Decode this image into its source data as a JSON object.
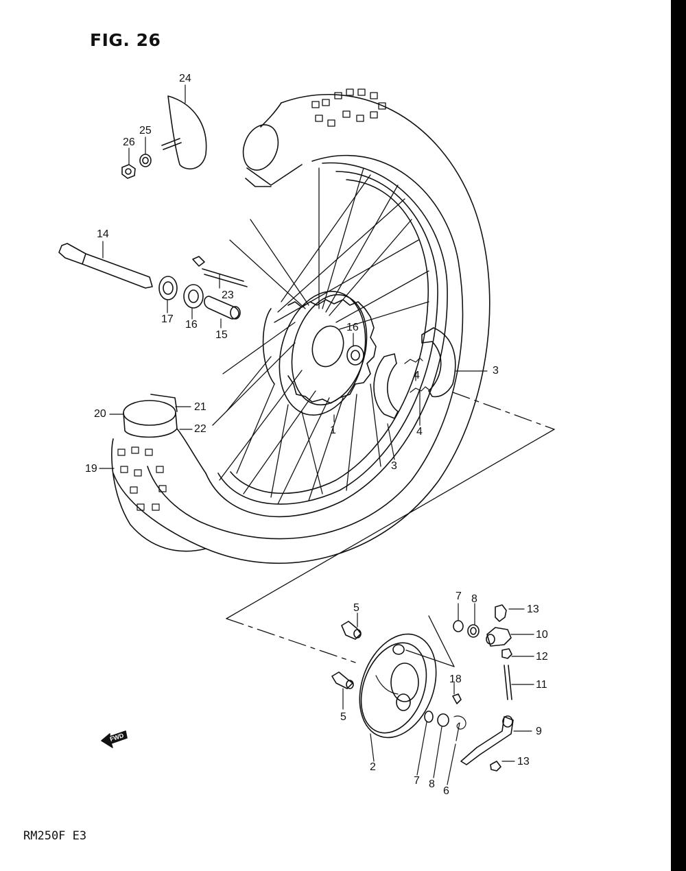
{
  "figure": {
    "title": "FIG. 26"
  },
  "footer": {
    "model": "RM250F  E3"
  },
  "fwd_badge": {
    "text": "FWD",
    "icon": "fwd-arrow-icon"
  },
  "callouts": [
    {
      "id": "c24",
      "text": "24"
    },
    {
      "id": "c25",
      "text": "25"
    },
    {
      "id": "c26",
      "text": "26"
    },
    {
      "id": "c14",
      "text": "14"
    },
    {
      "id": "c17",
      "text": "17"
    },
    {
      "id": "c16a",
      "text": "16"
    },
    {
      "id": "c15",
      "text": "15"
    },
    {
      "id": "c23",
      "text": "23"
    },
    {
      "id": "c16b",
      "text": "16"
    },
    {
      "id": "c3a",
      "text": "3"
    },
    {
      "id": "c4a",
      "text": "4"
    },
    {
      "id": "c4b",
      "text": "4"
    },
    {
      "id": "c3b",
      "text": "3"
    },
    {
      "id": "c1",
      "text": "1"
    },
    {
      "id": "c20",
      "text": "20"
    },
    {
      "id": "c21",
      "text": "21"
    },
    {
      "id": "c22",
      "text": "22"
    },
    {
      "id": "c19",
      "text": "19"
    },
    {
      "id": "c7a",
      "text": "7"
    },
    {
      "id": "c8a",
      "text": "8"
    },
    {
      "id": "c13a",
      "text": "13"
    },
    {
      "id": "c10",
      "text": "10"
    },
    {
      "id": "c12",
      "text": "12"
    },
    {
      "id": "c11",
      "text": "11"
    },
    {
      "id": "c5a",
      "text": "5"
    },
    {
      "id": "c18",
      "text": "18"
    },
    {
      "id": "c5b",
      "text": "5"
    },
    {
      "id": "c9",
      "text": "9"
    },
    {
      "id": "c13b",
      "text": "13"
    },
    {
      "id": "c2",
      "text": "2"
    },
    {
      "id": "c7b",
      "text": "7"
    },
    {
      "id": "c8b",
      "text": "8"
    },
    {
      "id": "c6",
      "text": "6"
    }
  ]
}
